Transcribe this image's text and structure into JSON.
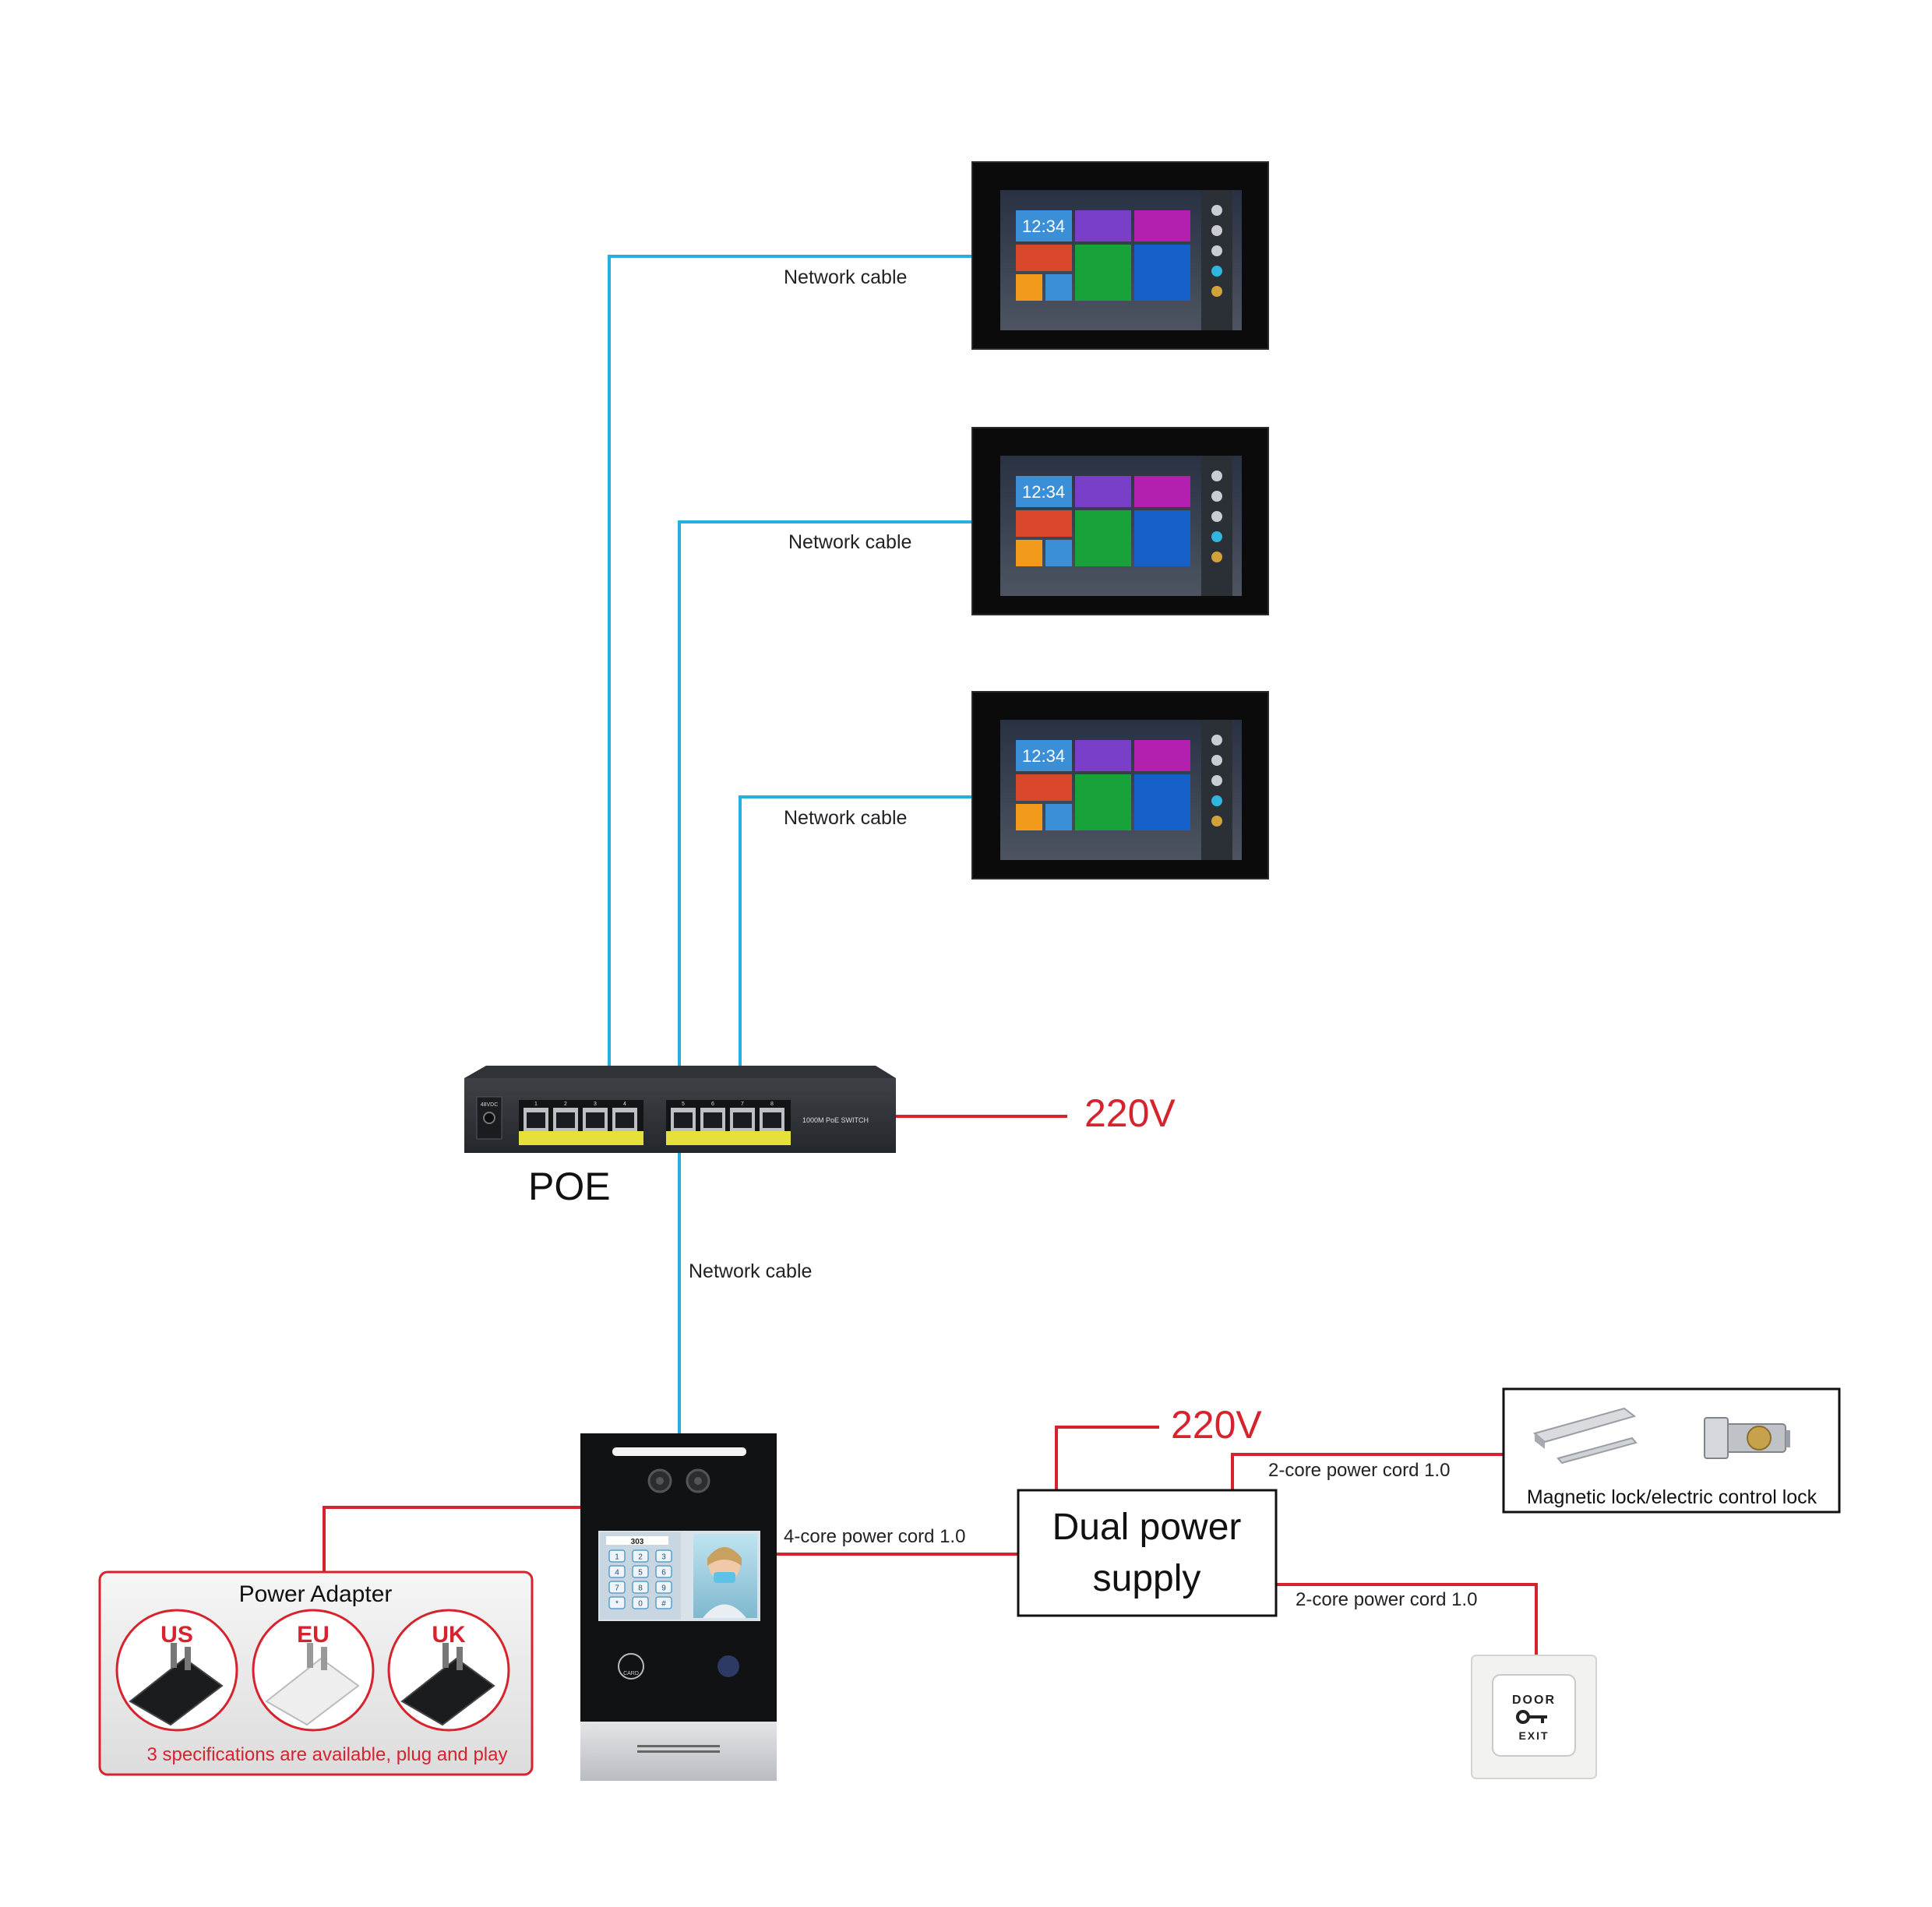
{
  "monitors": [
    {
      "clock": "12:34",
      "cable_label": "Network cable"
    },
    {
      "clock": "12:34",
      "cable_label": "Network cable"
    },
    {
      "clock": "12:34",
      "cable_label": "Network cable"
    }
  ],
  "poe": {
    "label": "POE",
    "front_label": "1000M PoE SWITCH",
    "dc_label": "48VDC",
    "port_numbers": [
      "1",
      "2",
      "3",
      "4",
      "5",
      "6",
      "7",
      "8"
    ],
    "power_label": "220V"
  },
  "door_station": {
    "cable_label": "Network cable",
    "room_number": "303",
    "keypad": [
      "1",
      "2",
      "3",
      "4",
      "5",
      "6",
      "7",
      "8",
      "9",
      "*",
      "0",
      "#"
    ],
    "card_label": "CARD"
  },
  "power_adapter": {
    "title": "Power Adapter",
    "plugs": [
      "US",
      "EU",
      "UK"
    ],
    "note": "3 specifications are available, plug and play"
  },
  "dual_power": {
    "line1": "Dual power",
    "line2": "supply",
    "input_label": "220V",
    "door_cord_label": "4-core power cord 1.0",
    "lock_cord_label": "2-core power cord 1.0",
    "exit_cord_label": "2-core power cord 1.0"
  },
  "locks": {
    "label": "Magnetic lock/electric control lock"
  },
  "exit_button": {
    "line1": "DOOR",
    "line2": "EXIT"
  },
  "colors": {
    "network": "#29aee0",
    "power": "#d7232e",
    "accent_text": "#d7232e"
  }
}
